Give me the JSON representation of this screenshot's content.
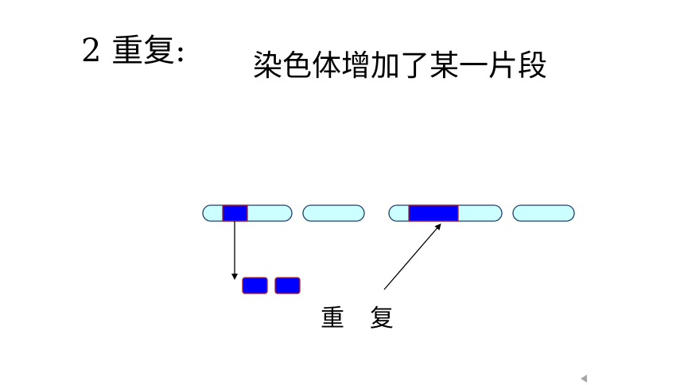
{
  "slide": {
    "heading": "2 重复:",
    "description": "染色体增加了某一片段",
    "label_char_1": "重",
    "label_char_2": "复"
  },
  "colors": {
    "chromosome_fill": "#ccffff",
    "chromosome_stroke": "#1f3f6f",
    "segment_fill": "#0000ff",
    "segment_stroke": "#b22222",
    "arrow": "#000000",
    "nav_arrow": "#a6a6a6"
  },
  "icons": {
    "nav": "triangle-left"
  }
}
